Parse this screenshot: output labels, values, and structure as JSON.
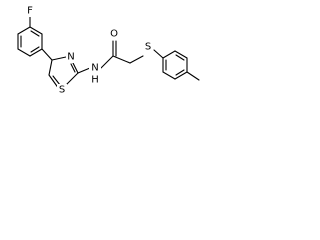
{
  "molecule": {
    "atoms": {
      "fluorine": "F",
      "thiazole_nitrogen": "N",
      "thiazole_sulfur": "S",
      "amide_nitrogen": "N",
      "amide_hydrogen": "H",
      "carbonyl_oxygen": "O",
      "thioether_sulfur": "S"
    }
  }
}
